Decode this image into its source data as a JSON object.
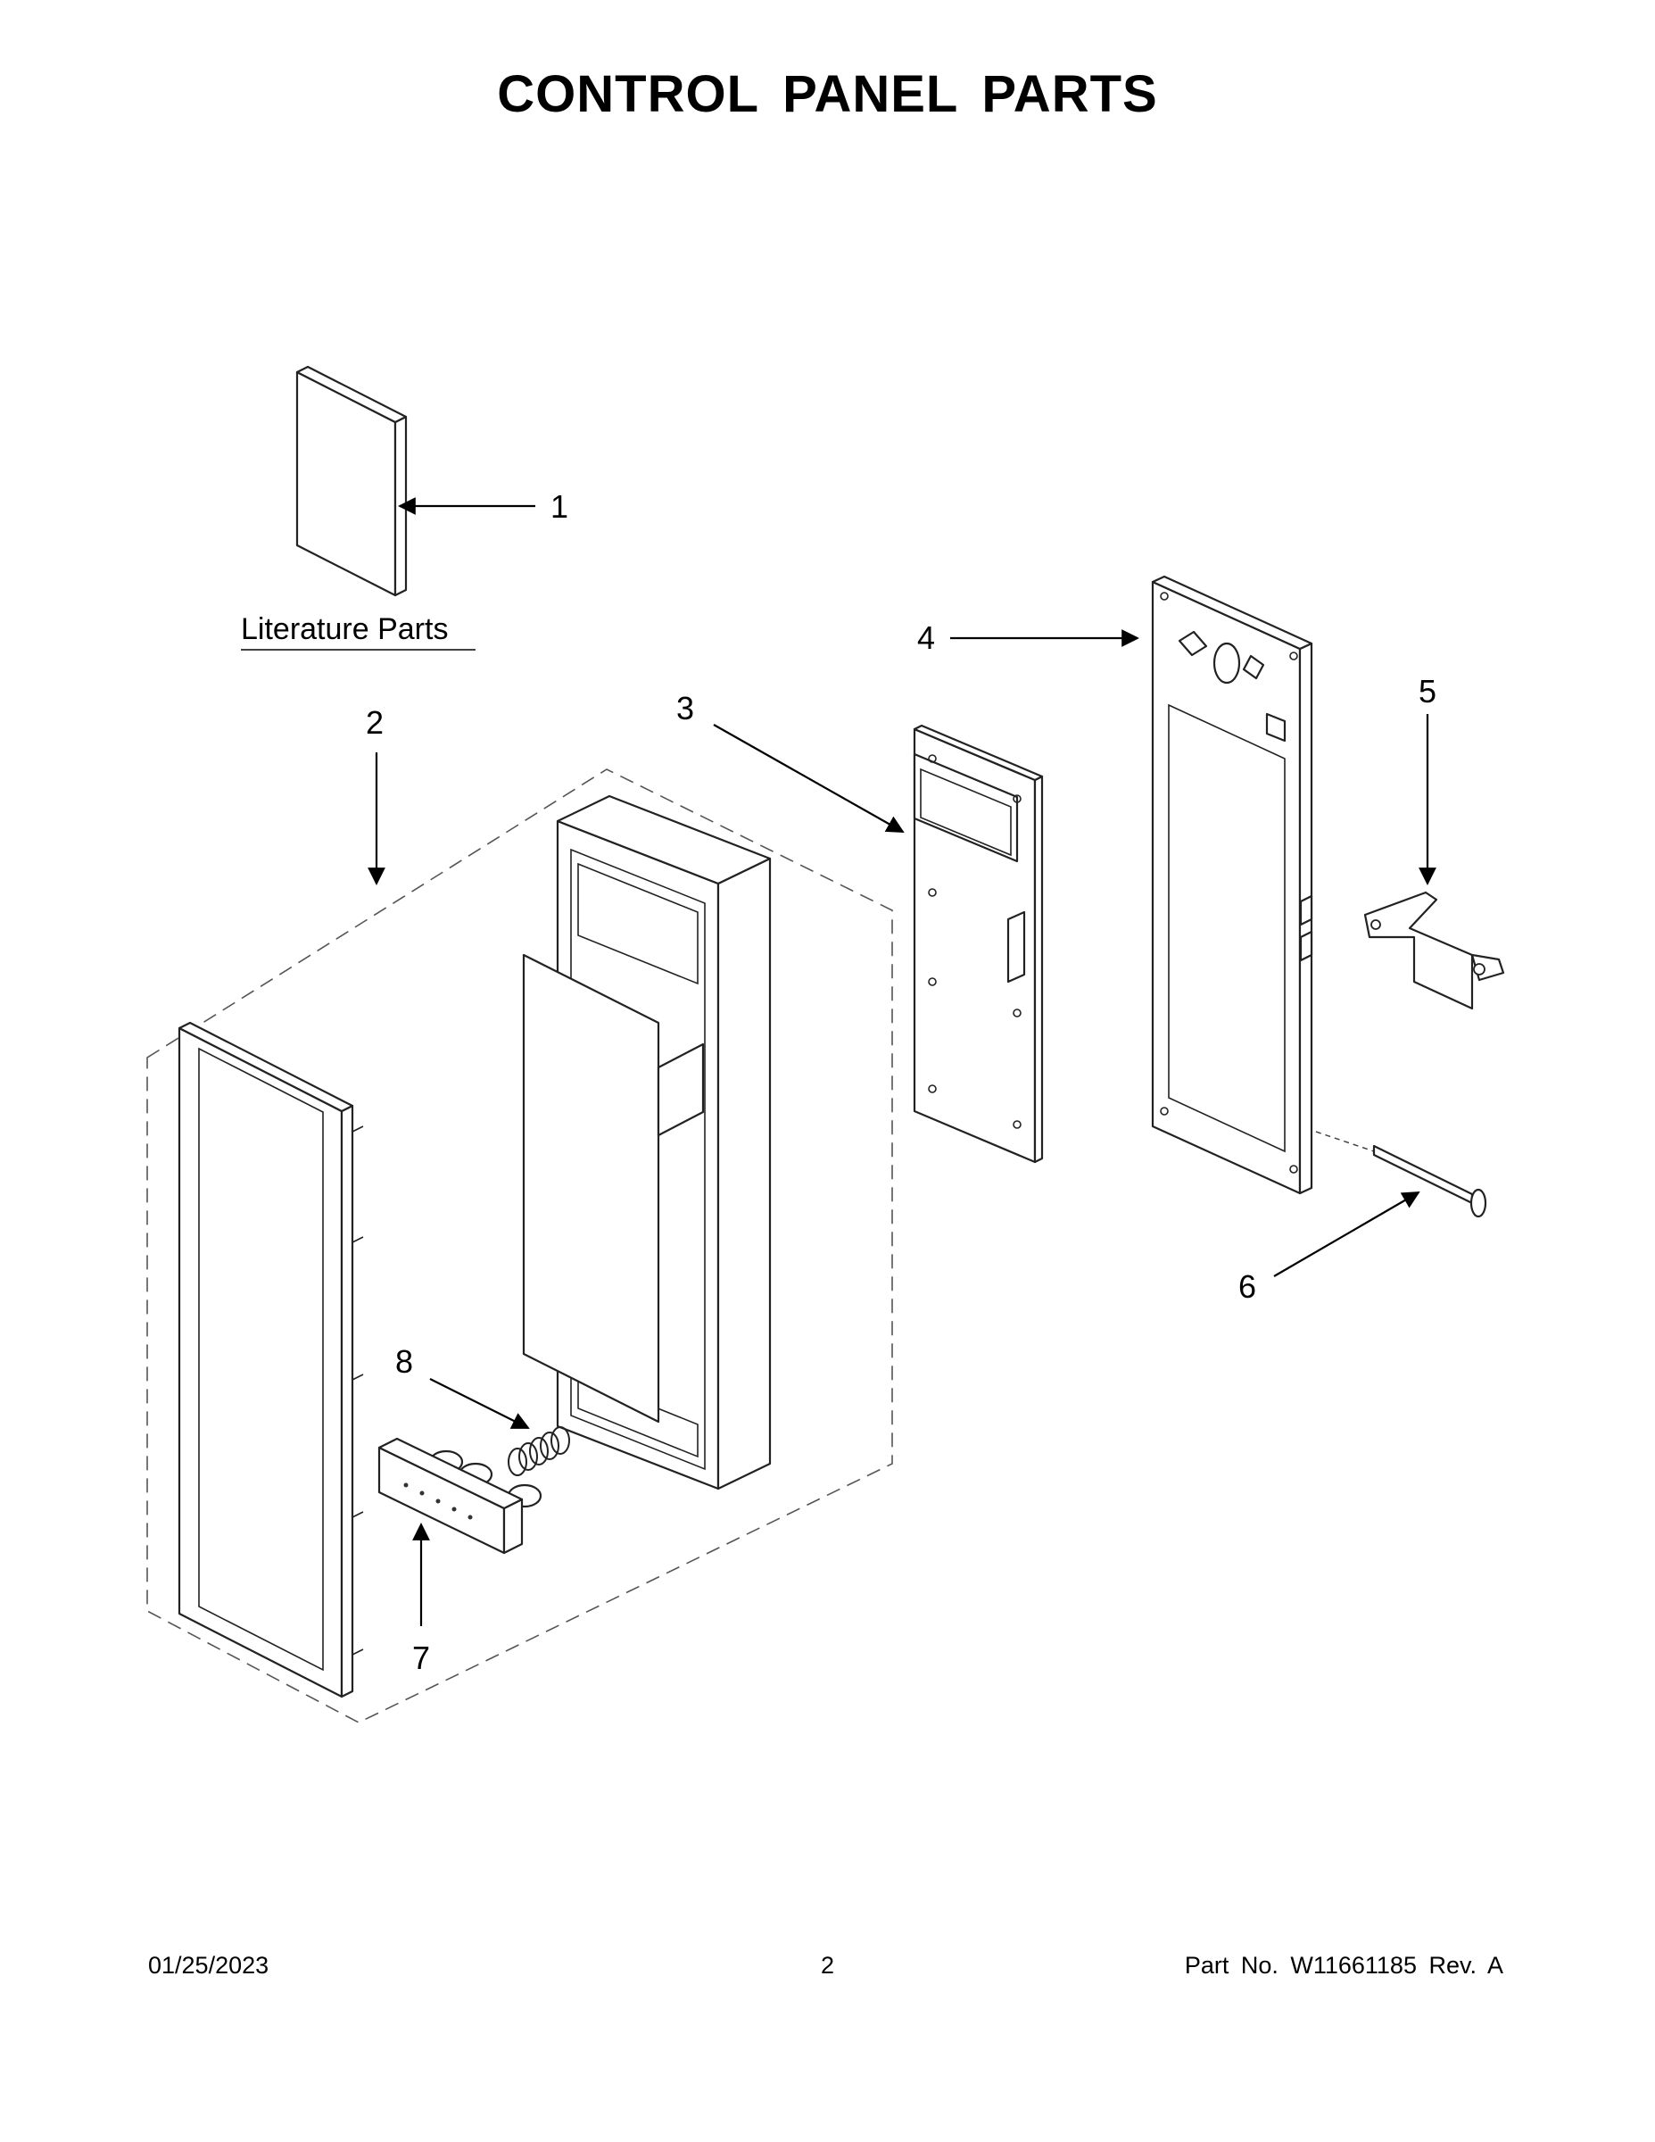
{
  "title": "CONTROL PANEL PARTS",
  "literature_label": "Literature Parts",
  "callouts": {
    "c1": "1",
    "c2": "2",
    "c3": "3",
    "c4": "4",
    "c5": "5",
    "c6": "6",
    "c7": "7",
    "c8": "8"
  },
  "footer": {
    "date": "01/25/2023",
    "page": "2",
    "part_no": "Part No.  W11661185  Rev.  A"
  }
}
